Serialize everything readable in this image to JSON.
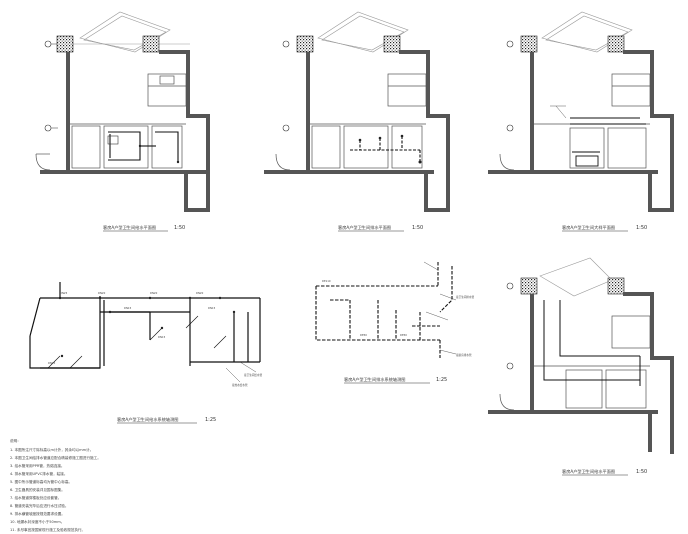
{
  "drawings": [
    {
      "caption": "客房A户型卫生间给水平面图",
      "scale": "1:50"
    },
    {
      "caption": "客房A户型卫生间排水平面图",
      "scale": "1:50"
    },
    {
      "caption": "客房A户型卫生间大样平面图",
      "scale": "1:50"
    },
    {
      "caption": "客房A户型卫生间给水系统轴测图",
      "scale": "1:25"
    },
    {
      "caption": "客房A户型卫生间排水系统轴测图",
      "scale": "1:25"
    },
    {
      "caption": "客房A户型卫生间给水平面图",
      "scale": "1:50"
    }
  ],
  "leaders": [
    "接卫生间给水管",
    "接热水给水管",
    "接卫生间排水管",
    "接厨房排水管"
  ],
  "notes": {
    "title": "说明：",
    "lines": [
      "1. 本图所注尺寸除标高以m计外，其余均以mm计。",
      "2. 本图卫生间给排水管道应配合精装修施工图进行施工。",
      "3. 给水管采用PPR管，热熔连接。",
      "4. 排水管采用UPVC排水管，粘接。",
      "5. 图中所示管道标高均为管中心标高。",
      "6. 卫生器具的安装详见国标图集。",
      "7. 给水管道穿楼板处应设套管。",
      "8. 管道安装完毕后应进行水压试验。",
      "9. 排水横管坡度按规范要求设置。",
      "10. 地漏水封深度不小于50mm。",
      "11. 未尽事宜按国家现行施工及验收规范执行。"
    ]
  }
}
